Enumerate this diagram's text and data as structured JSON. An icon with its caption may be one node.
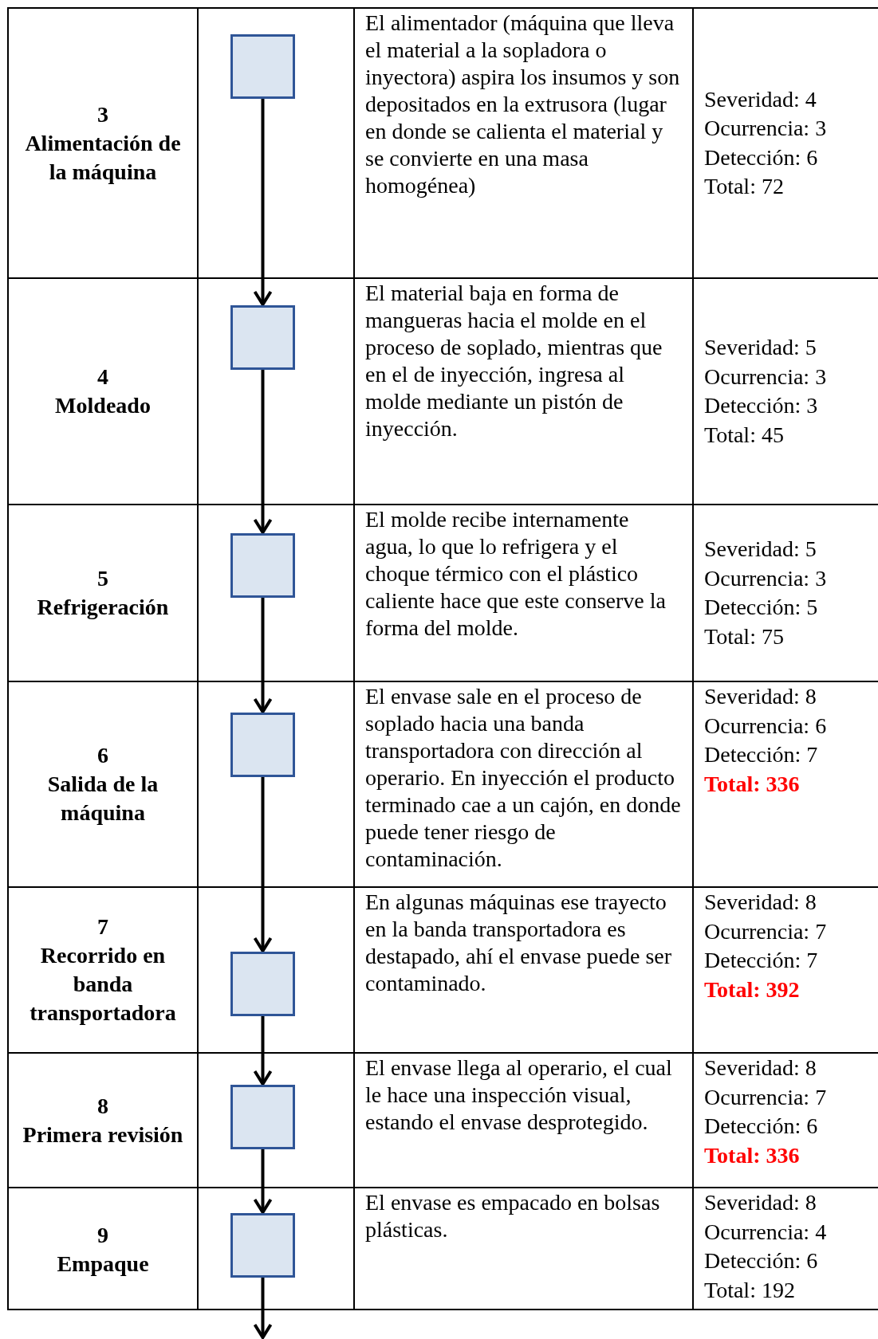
{
  "diagram": {
    "nodes": [
      {
        "text": [],
        "shape": "box"
      },
      {
        "text": [],
        "shape": "box"
      },
      {
        "text": [],
        "shape": "box"
      },
      {
        "text": [],
        "shape": "box"
      },
      {
        "text": [],
        "shape": "box"
      },
      {
        "text": [],
        "shape": "box"
      },
      {
        "text": [],
        "shape": "box"
      }
    ],
    "edges": [
      {
        "from": 0,
        "to": 1,
        "arrow": "to"
      },
      {
        "from": 1,
        "to": 2,
        "arrow": "to"
      },
      {
        "from": 2,
        "to": 3,
        "arrow": "to"
      },
      {
        "from": 3,
        "to": 4,
        "arrow": "to"
      },
      {
        "from": 4,
        "to": 5,
        "arrow": "to"
      },
      {
        "from": 5,
        "to": 6,
        "arrow": "to"
      },
      {
        "from": 6,
        "to": null,
        "arrow": "to"
      }
    ],
    "labels": [
      "3",
      "Alimentación de la máquina",
      "El alimentador (máquina que lleva el material a la sopladora o inyectora) aspira los insumos y son depositados en la extrusora (lugar en donde se calienta el material y se convierte en una masa homogénea)",
      "Severidad: 4 Ocurrencia: 3 Detección: 6 Total: 72",
      "4",
      "Moldeado",
      "El material baja en forma de mangueras hacia el molde en el proceso de soplado, mientras que en el de inyección, ingresa al molde mediante un pistón de inyección.",
      "Severidad: 5 Ocurrencia: 3 Detección: 3 Total: 45",
      "5",
      "Refrigeración",
      "El molde recibe internamente agua, lo que lo refrigera y el choque térmico con el plástico caliente hace que este conserve la forma del molde.",
      "Severidad: 5 Ocurrencia: 3 Detección: 5 Total: 75",
      "6",
      "Salida de la máquina",
      "El envase sale en el proceso de soplado hacia una banda transportadora con dirección al operario. En inyección el producto terminado cae a un cajón, en donde puede tener riesgo de contaminación.",
      "Severidad: 8 Ocurrencia: 6 Detección: 7 **Total: 336**",
      "7",
      "Recorrido en banda transportadora",
      "En algunas máquinas ese trayecto en la banda transportadora es destapado, ahí el envase puede ser contaminado.",
      "Severidad: 8 Ocurrencia: 7 Detección: 7 **Total: 392**",
      "8",
      "Primera revisión",
      "El envase llega al operario, el cual le hace una inspección visual, estando el envase desprotegido.",
      "Severidad: 8 Ocurrencia: 7 Detección: 6 **Total: 336**",
      "9",
      "Empaque",
      "El envase es empacado en bolsas plásticas.",
      "Severidad: 8 Ocurrencia: 4 Detección: 6 Total: 192"
    ]
  }
}
